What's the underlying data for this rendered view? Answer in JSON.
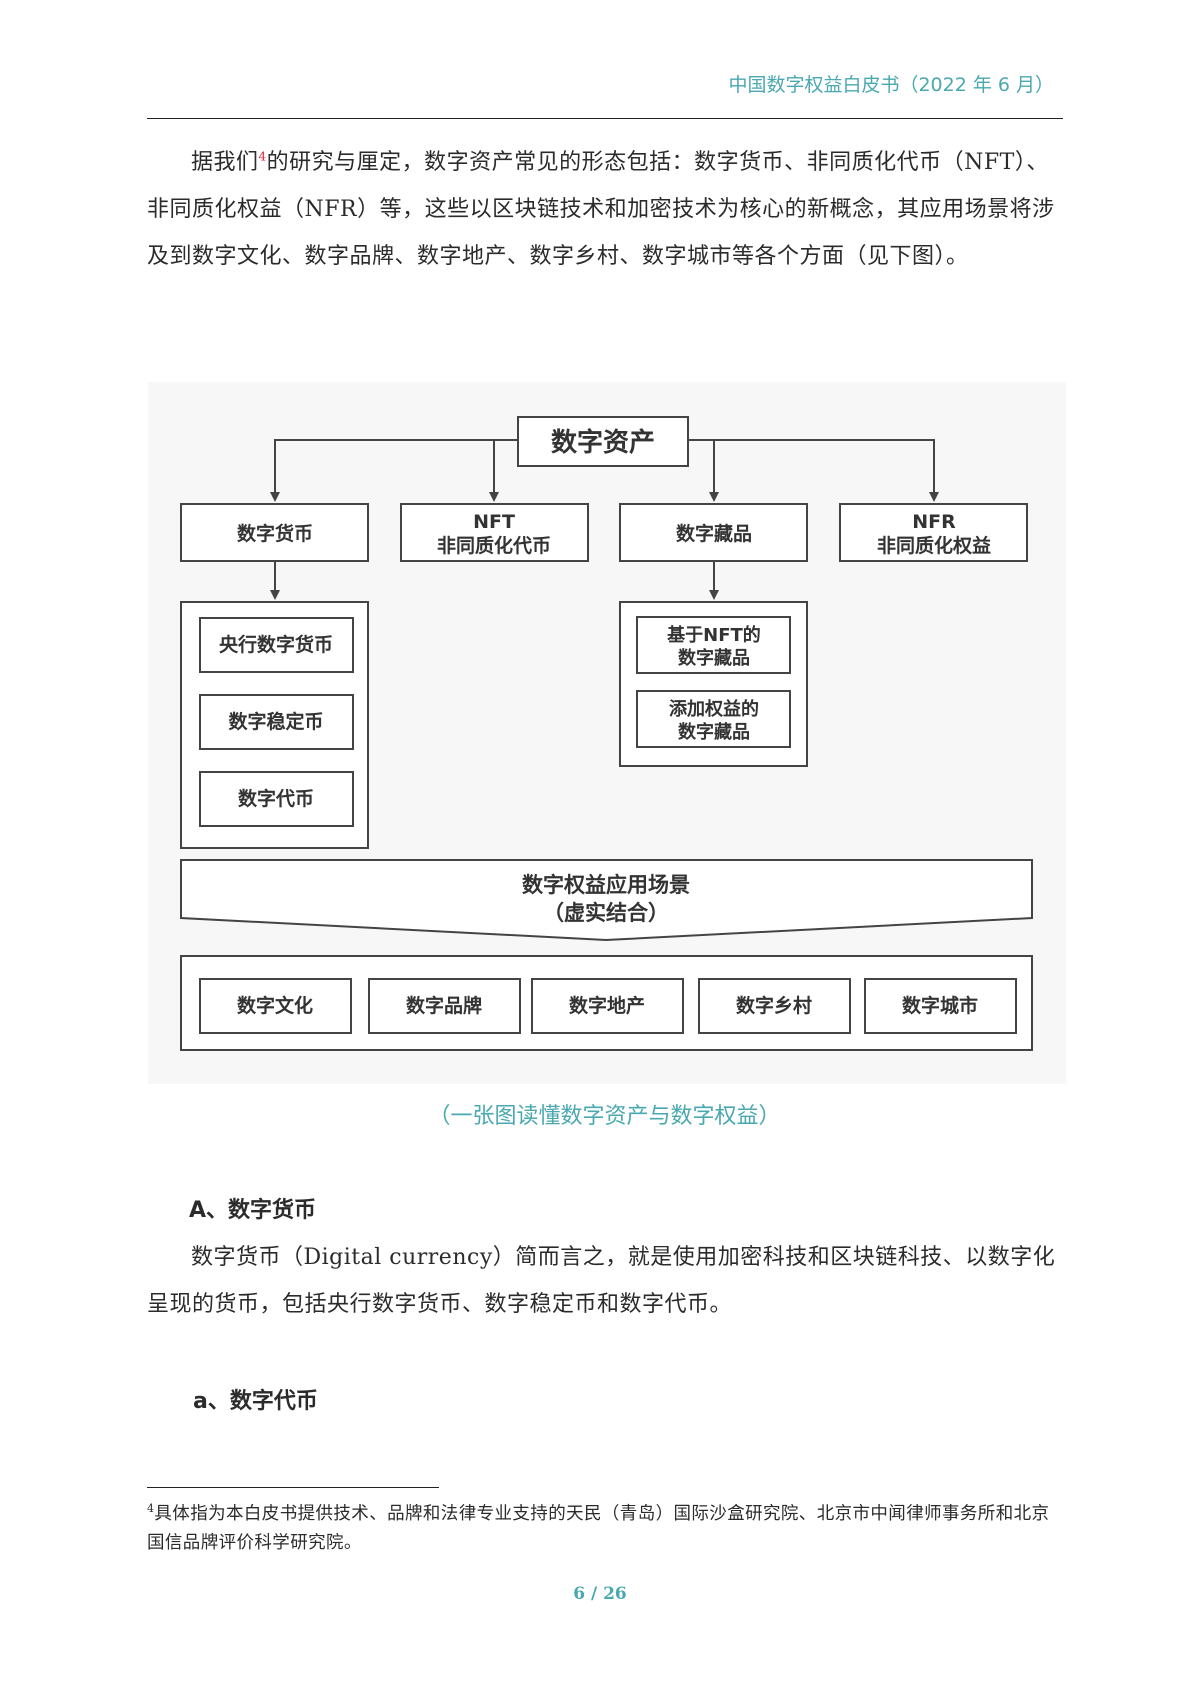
{
  "header": {
    "title": "中国数字权益白皮书（2022 年 6 月）"
  },
  "intro": {
    "before_ref": "据我们",
    "ref": "4",
    "after_ref": "的研究与厘定，数字资产常见的形态包括：数字货币、非同质化代币（NFT）、非同质化权益（NFR）等，这些以区块链技术和加密技术为核心的新概念，其应用场景将涉及到数字文化、数字品牌、数字地产、数字乡村、数字城市等各个方面（见下图）。"
  },
  "diagram": {
    "root": "数字资产",
    "categories": [
      {
        "line1": "数字货币",
        "line2": ""
      },
      {
        "line1": "NFT",
        "line2": "非同质化代币"
      },
      {
        "line1": "数字藏品",
        "line2": ""
      },
      {
        "line1": "NFR",
        "line2": "非同质化权益"
      }
    ],
    "currency_items": [
      "央行数字货币",
      "数字稳定币",
      "数字代币"
    ],
    "collectible_items": [
      {
        "line1": "基于NFT的",
        "line2": "数字藏品"
      },
      {
        "line1": "添加权益的",
        "line2": "数字藏品"
      }
    ],
    "banner": {
      "line1": "数字权益应用场景",
      "line2": "（虚实结合）"
    },
    "scenarios": [
      "数字文化",
      "数字品牌",
      "数字地产",
      "数字乡村",
      "数字城市"
    ],
    "colors": {
      "background": "#f7f7f7",
      "stroke": "#444444",
      "text": "#333333"
    }
  },
  "caption": "（一张图读懂数字资产与数字权益）",
  "section_a": {
    "heading": "A、数字货币",
    "body": "数字货币（Digital currency）简而言之，就是使用加密科技和区块链科技、以数字化呈现的货币，包括央行数字货币、数字稳定币和数字代币。"
  },
  "section_a_sub": {
    "heading": "a、数字代币"
  },
  "footnote": {
    "number": "4",
    "text": "具体指为本白皮书提供技术、品牌和法律专业支持的天民（青岛）国际沙盒研究院、北京市中闻律师事务所和北京国信品牌评价科学研究院。"
  },
  "page_number": "6 / 26"
}
